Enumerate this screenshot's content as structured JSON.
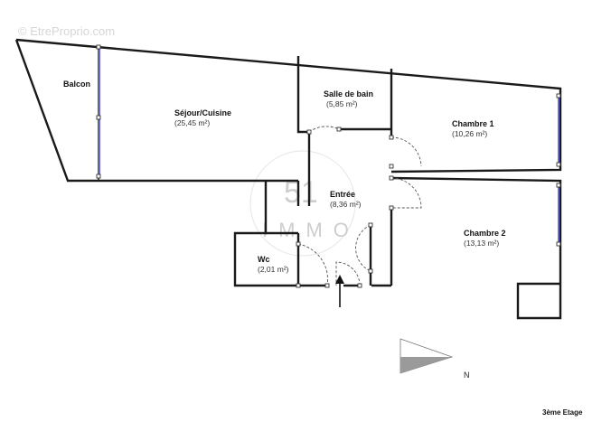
{
  "watermark": {
    "site": "© EtreProprio.com",
    "number": "51",
    "brand": "IMMO"
  },
  "rooms": [
    {
      "id": "balcon",
      "name": "Balcon",
      "area": ""
    },
    {
      "id": "sejour",
      "name": "Séjour/Cuisine",
      "area": "(25,45 m²)"
    },
    {
      "id": "sdb",
      "name": "Salle de bain",
      "area": "(5,85 m²)"
    },
    {
      "id": "chambre1",
      "name": "Chambre 1",
      "area": "(10,26 m²)"
    },
    {
      "id": "entree",
      "name": "Entrée",
      "area": "(8,36 m²)"
    },
    {
      "id": "chambre2",
      "name": "Chambre 2",
      "area": "(13,13 m²)"
    },
    {
      "id": "wc",
      "name": "Wc",
      "area": "(2,01 m²)"
    }
  ],
  "compass": {
    "label": "N"
  },
  "floor_label": "3ème Etage",
  "colors": {
    "walls": "#1a1a1a",
    "windows": "#6a6ad8",
    "watermark": "#c9c9c9"
  }
}
